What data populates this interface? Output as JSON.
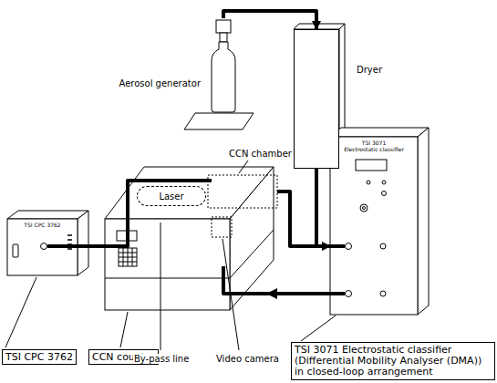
{
  "diagram": {
    "nodes": [
      {
        "text": [
          "Aerosol generator"
        ]
      },
      {
        "text": [
          "Dryer"
        ]
      },
      {
        "text": [
          "TSI 3071",
          "Electrostatic classifier"
        ]
      },
      {
        "text": [
          "TSI CPC 3762"
        ]
      },
      {
        "text": [
          "Laser"
        ]
      },
      {
        "text": [
          "TSI CPC 3762"
        ]
      },
      {
        "text": [
          "CCN counter"
        ]
      },
      {
        "text": [
          "TSI 3071 Electrostatic classifier (Differential Mobility Analyser (DMA)) in closed-loop arrangement"
        ]
      }
    ],
    "edges": [
      {
        "from": 0,
        "to": 1,
        "arrow": "to"
      },
      {
        "from": 1,
        "to": 2,
        "arrow": "to"
      }
    ],
    "labels": [
      "CCN chamber",
      "By-pass line",
      "Video camera"
    ]
  }
}
